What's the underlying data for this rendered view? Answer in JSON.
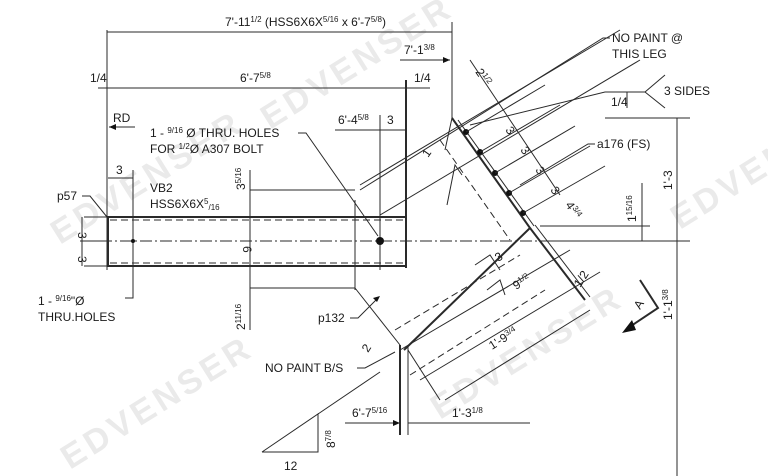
{
  "drawing": {
    "type": "steel-connection-detail",
    "watermark": "EDVENSER",
    "member": {
      "mark": "VB2",
      "section": "HSS6X6X",
      "section_frac_num": "5",
      "section_frac_den": "16"
    },
    "overall_dimension": {
      "main": "7'-11",
      "frac": "1/2",
      "paren_prefix": "(HSS6X6X",
      "paren_frac": "5/16",
      "paren_mid": " x 6'-7",
      "paren_frac2": "5/8",
      "paren_suffix": ")"
    },
    "dimensions": {
      "top_right_offset": "7'-1",
      "top_right_offset_frac": "3/8",
      "member_length": "6'-7",
      "member_length_frac": "5/8",
      "left_quarter": "1/4",
      "right_quarter": "1/4",
      "rd": "RD",
      "hole_edge": "3",
      "hole_loc": "6'-4",
      "hole_loc_frac": "5/8",
      "hole_loc_right": "3",
      "half_depth_top": "3",
      "half_depth_bottom": "3",
      "depth": "6",
      "upper_vert": "3",
      "upper_vert_frac": "5/16",
      "lower_vert": "2",
      "lower_vert_frac": "11/16",
      "right_upper": "1'-3",
      "right_lower": "1'-1",
      "right_lower_frac": "3/8",
      "small_vert": "1",
      "small_vert_frac": "15/16",
      "plate_edge": "2",
      "plate_edge_frac": "1/2",
      "bolt_spacing": [
        "3",
        "3",
        "3",
        "3"
      ],
      "plate_end": "4",
      "plate_end_frac": "3/4",
      "plate_thk": "1/2",
      "brace_gap": "3",
      "brace_9": "9",
      "brace_9_frac": "1/2",
      "brace_long": "1'-9",
      "brace_long_frac": "3/4",
      "brace_offset": "2",
      "bottom_left": "6'-7",
      "bottom_left_frac": "5/16",
      "bottom_right": "1'-3",
      "bottom_right_frac": "1/8",
      "plate_side": "1"
    },
    "slope": {
      "rise": "8",
      "rise_frac": "7/8",
      "run": "12"
    },
    "notes": {
      "bolt_holes_line1": "1 - ",
      "bolt_holes_frac": "9/16",
      "bolt_holes_line1_end": " Ø THRU. HOLES",
      "bolt_holes_line2_pre": "FOR ",
      "bolt_holes_line2_frac": "1/2",
      "bolt_holes_line2_end": "Ø A307 BOLT",
      "thru_holes_line1": "1 - ",
      "thru_holes_frac": "9/16",
      "thru_holes_line1_end": "\"Ø",
      "thru_holes_line2": "THRU.HOLES",
      "no_paint_leg_line1": "NO PAINT @",
      "no_paint_leg_line2": "THIS LEG",
      "no_paint_bs": "NO PAINT B/S",
      "weld_size": "1/4",
      "weld_note": "3  SIDES",
      "plate_mark": "a176 (FS)",
      "part_p57": "p57",
      "part_p132": "p132",
      "section_mark": "A"
    }
  }
}
